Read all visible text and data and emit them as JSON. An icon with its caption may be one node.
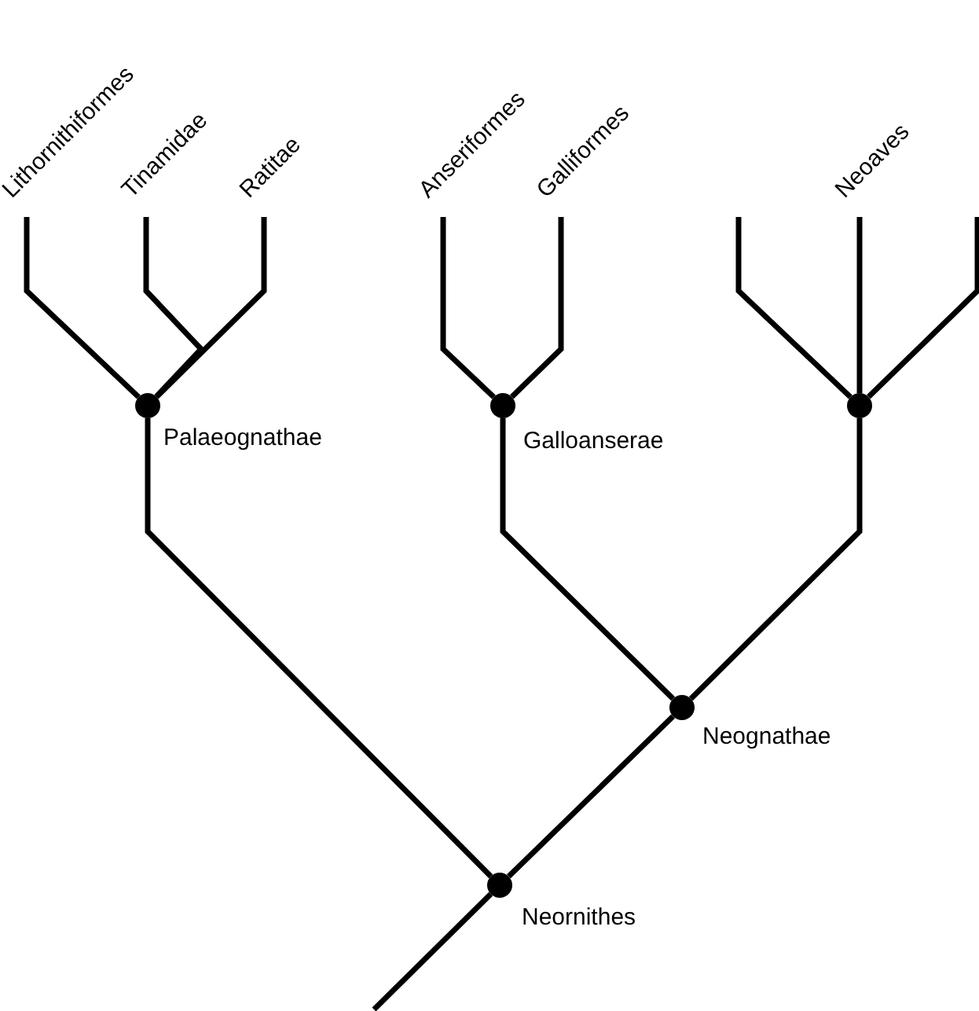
{
  "diagram": {
    "nodes": [
      {
        "text": [
          "Lithornithiformes"
        ]
      },
      {
        "text": [
          "Tinamidae"
        ]
      },
      {
        "text": [
          "Ratitae"
        ]
      },
      {
        "text": [
          "Anseriformes"
        ]
      },
      {
        "text": [
          "Galliformes"
        ]
      },
      {
        "text": [
          "Neoaves"
        ]
      },
      {
        "text": [],
        "shape": "circle",
        "beside": [
          "Palaeognathae"
        ]
      },
      {
        "text": [],
        "shape": "circle",
        "beside": [
          "Galloanserae"
        ]
      },
      {
        "text": [],
        "shape": "circle"
      },
      {
        "text": [],
        "shape": "circle",
        "beside": [
          "Neognathae"
        ]
      },
      {
        "text": [],
        "shape": "circle",
        "beside": [
          "Neornithes"
        ]
      }
    ],
    "edges": [
      {
        "from": 6,
        "to": 0,
        "arrow": "none"
      },
      {
        "from": 6,
        "to": 1,
        "arrow": "none"
      },
      {
        "from": 6,
        "to": 2,
        "arrow": "none"
      },
      {
        "from": 7,
        "to": 3,
        "arrow": "none"
      },
      {
        "from": 7,
        "to": 4,
        "arrow": "none"
      },
      {
        "from": 8,
        "to": null,
        "arrow": "none"
      },
      {
        "from": 8,
        "to": 5,
        "arrow": "none"
      },
      {
        "from": 8,
        "to": null,
        "arrow": "none"
      },
      {
        "from": 10,
        "to": 6,
        "arrow": "none"
      },
      {
        "from": 9,
        "to": 7,
        "arrow": "none"
      },
      {
        "from": 9,
        "to": 8,
        "arrow": "none"
      },
      {
        "from": 10,
        "to": 9,
        "arrow": "none"
      },
      {
        "from": 10,
        "to": null,
        "arrow": "none"
      }
    ]
  }
}
